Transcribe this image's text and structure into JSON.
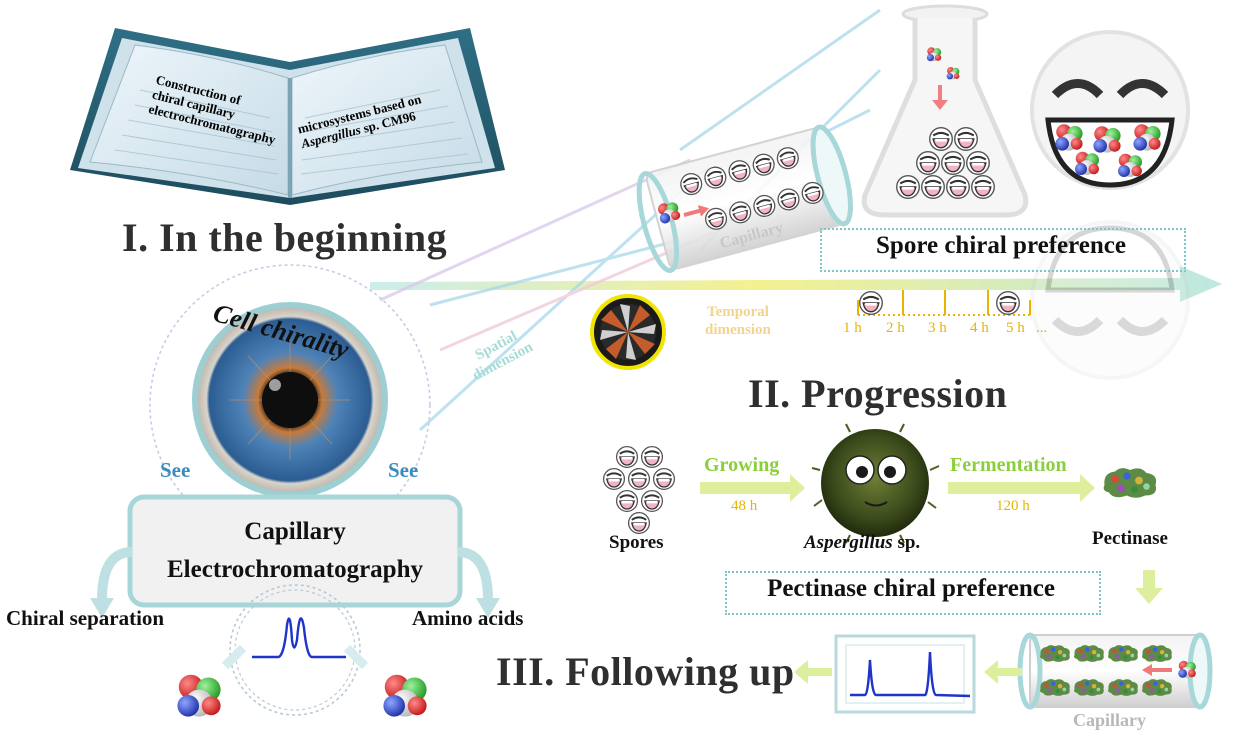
{
  "book": {
    "left_text": [
      "Construction of",
      "chiral capillary",
      "electrochromatography"
    ],
    "right_text": [
      "microsystems based on",
      "Aspergillus",
      "sp. CM96"
    ]
  },
  "sections": {
    "beginning": "I. In the beginning",
    "progression": "II. Progression",
    "following": "III. Following up"
  },
  "eye": {
    "title": "Cell chirality",
    "see_left": "See",
    "see_right": "See"
  },
  "ce_box": {
    "line1": "Capillary",
    "line2": "Electrochromatography"
  },
  "outputs": {
    "left": "Chiral separation",
    "right": "Amino acids"
  },
  "dimensions": {
    "spatial": [
      "Spatial",
      "dimension"
    ],
    "temporal": [
      "Temporal",
      "dimension"
    ]
  },
  "capillary_label": "Capillary",
  "spore_pref": "Spore chiral preference",
  "pectinase_pref": "Pectinase chiral preference",
  "timeline": [
    "1 h",
    "2 h",
    "3 h",
    "4 h",
    "5 h",
    "..."
  ],
  "process": {
    "spores": "Spores",
    "growing": "Growing",
    "grow_time": "48 h",
    "fungus_genus": "Aspergillus",
    "fungus_sp": " sp.",
    "fermentation": "Fermentation",
    "ferm_time": "120 h",
    "pectinase": "Pectinase"
  },
  "colors": {
    "teal": "#9fd3d6",
    "arrow_green": "#d8ef6a",
    "gold": "#e8b400",
    "trace_blue": "#1f34c9"
  }
}
